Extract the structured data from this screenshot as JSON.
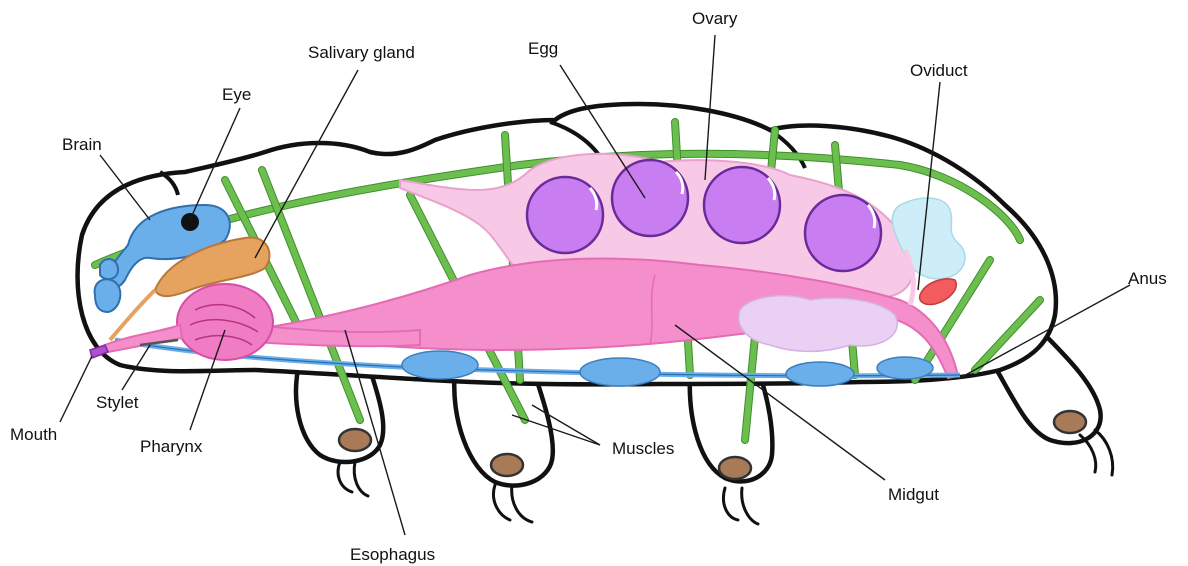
{
  "labels": {
    "egg": "Egg",
    "ovary": "Ovary",
    "salivary_gland": "Salivary gland",
    "oviduct": "Oviduct",
    "eye": "Eye",
    "brain": "Brain",
    "anus": "Anus",
    "stylet": "Stylet",
    "mouth": "Mouth",
    "pharynx": "Pharynx",
    "muscles": "Muscles",
    "midgut": "Midgut",
    "esophagus": "Esophagus"
  },
  "colors": {
    "outline": "#111111",
    "muscle": "#6cbf4f",
    "nerve": "#6aaeea",
    "brain": "#6aaeea",
    "salivary_gland": "#e6a35f",
    "pharynx": "#f07cc4",
    "midgut": "#f58fcc",
    "ovary": "#f8c9e6",
    "egg": "#c87ef0",
    "oviduct": "#cdeef8",
    "anal_gland": "#f25c5c",
    "pad": "#a97a58"
  }
}
